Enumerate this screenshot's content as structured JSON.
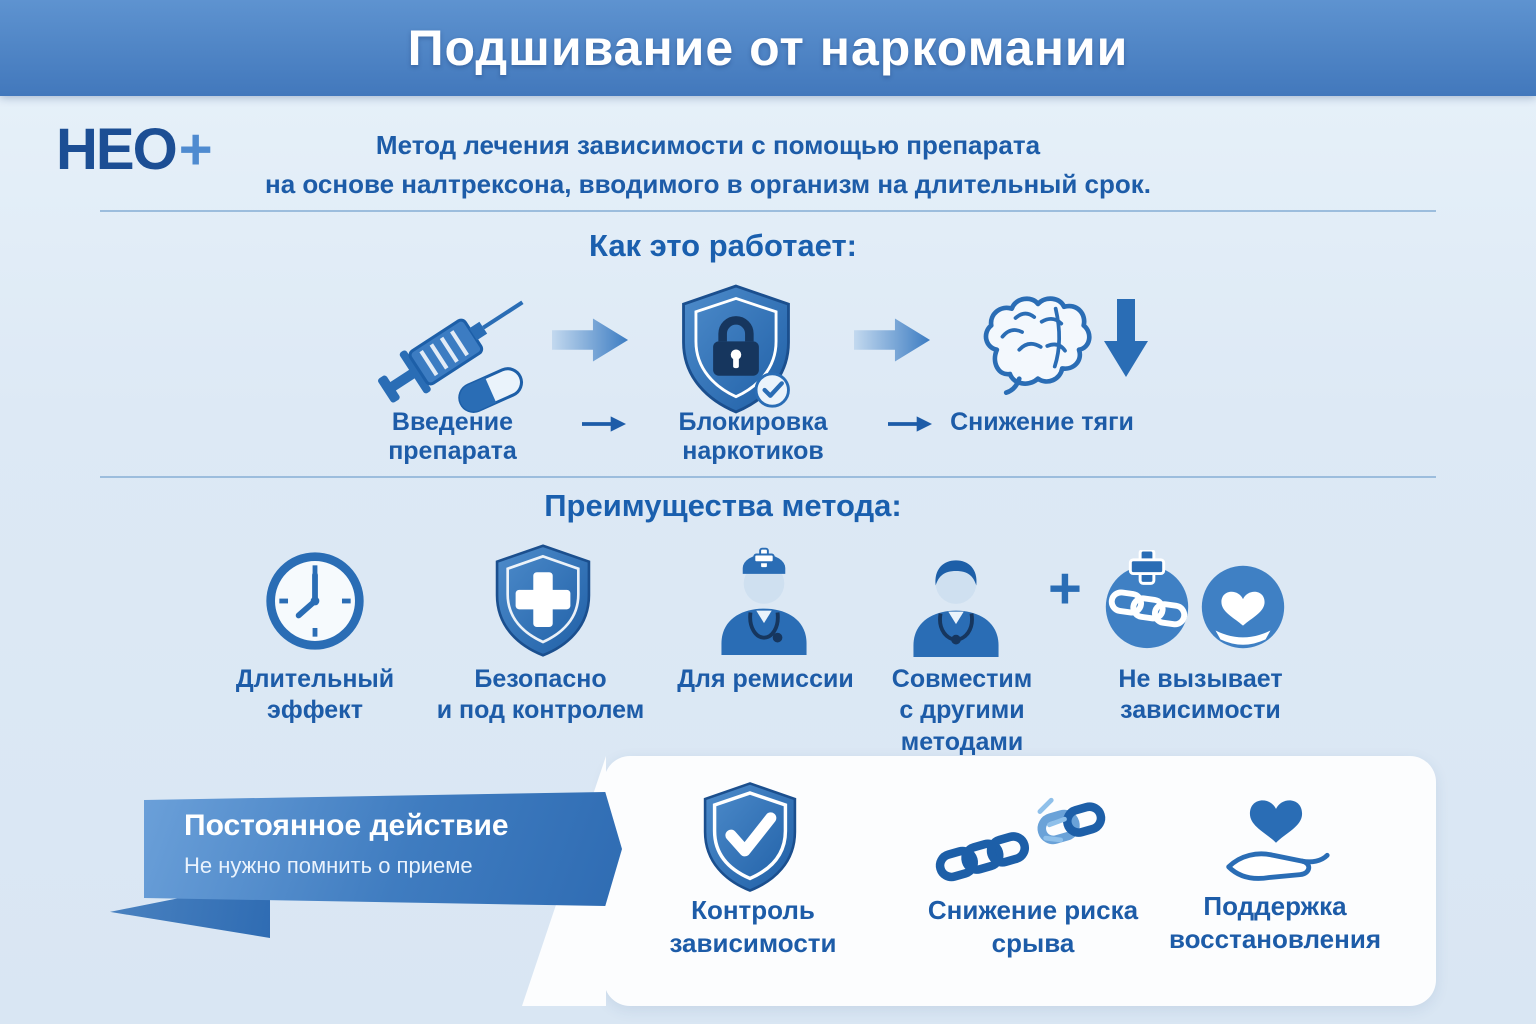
{
  "header": {
    "title": "Подшивание от наркомании"
  },
  "brand": {
    "logo_text": "НЕО",
    "logo_plus": "+"
  },
  "intro": {
    "description": "Метод лечения зависимости с помощью препарата\nна основе налтрексона, вводимого в организм на длительный срок."
  },
  "how_it_works": {
    "title": "Как это работает:",
    "steps": [
      {
        "icon": "syringe-pill-icon",
        "label": "Введение препарата"
      },
      {
        "icon": "shield-lock-icon",
        "label": "Блокировка наркотиков"
      },
      {
        "icon": "brain-decrease-icon",
        "label": "Снижение тяги"
      }
    ]
  },
  "advantages": {
    "title": "Преимущества метода:",
    "items": [
      {
        "icon": "clock-icon",
        "label": "Длительный эффект"
      },
      {
        "icon": "shield-cross-icon",
        "label": "Безопасно\nи под контролем"
      },
      {
        "icon": "doctor-cap-icon",
        "label": "Для ремиссии"
      },
      {
        "icon": "doctor-stethoscope-icon",
        "label": "Совместим\nс другими\nметодами"
      },
      {
        "icon": "chain-heart-hand-icon",
        "label": "Не вызывает\nзависимости"
      }
    ]
  },
  "ribbon": {
    "title": "Постоянное действие",
    "subtitle": "Не нужно помнить о приеме"
  },
  "results": {
    "items": [
      {
        "icon": "shield-check-icon",
        "label": "Контроль зависимости"
      },
      {
        "icon": "broken-chain-icon",
        "label": "Снижение риска срыва"
      },
      {
        "icon": "hand-heart-icon",
        "label": "Поддержка\nвосстановления"
      }
    ]
  },
  "colors": {
    "header_blue": "#4b83c3",
    "accent_blue": "#2a6db5",
    "text_blue": "#1d5ca8",
    "dark_navy": "#16365e",
    "background_blue": "#dde9f5",
    "panel_white": "#fcfdfe"
  }
}
